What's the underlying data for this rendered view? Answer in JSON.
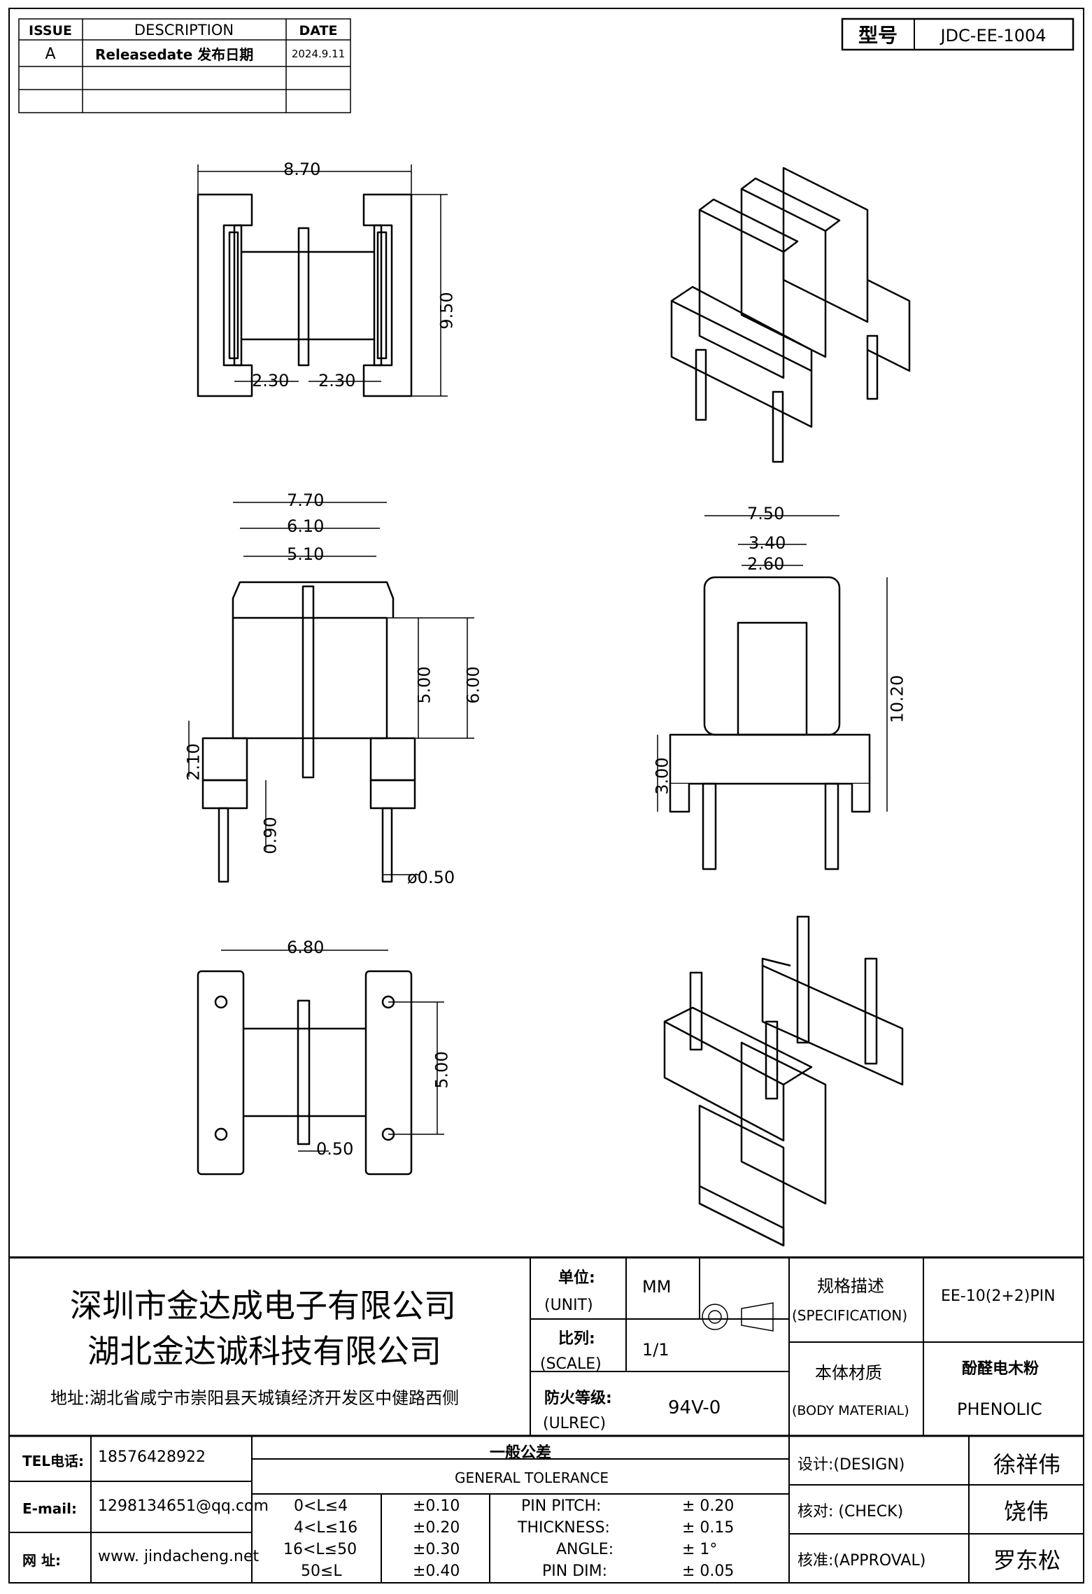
{
  "revision_table": {
    "headers": [
      "ISSUE",
      "DESCRIPTION",
      "DATE"
    ],
    "rows": [
      {
        "issue": "A",
        "description": "Releasedate 发布日期",
        "date": "2024.9.11"
      },
      {
        "issue": "",
        "description": "",
        "date": ""
      },
      {
        "issue": "",
        "description": "",
        "date": ""
      }
    ]
  },
  "model": {
    "label": "型号",
    "value": "JDC-EE-1004"
  },
  "dimensions": {
    "A": "8.70",
    "B": "9.50",
    "C": "2.30",
    "D": "2.30",
    "E": "7.70",
    "F": "6.10",
    "G": "5.10",
    "H": "2.10",
    "I": "0.90",
    "J": "5.00",
    "K": "6.00",
    "L": "ø0.50",
    "M": "6.80",
    "N": "0.50",
    "O": "5.00",
    "P": "7.50",
    "Q": "3.40",
    "R": "2.60",
    "S": "3.00",
    "T": "10.20"
  },
  "company": {
    "name1": "深圳市金达成电子有限公司",
    "name2": "湖北金达诚科技有限公司",
    "address": "地址:湖北省咸宁市崇阳县天城镇经济开发区中健路西侧"
  },
  "title_block": {
    "unit_cn": "单位:",
    "unit_en": "(UNIT)",
    "unit_value": "MM",
    "scale_cn": "比列:",
    "scale_en": "(SCALE)",
    "scale_value": "1/1",
    "ul_cn": "防火等级:",
    "ul_en": "(ULREC)",
    "ul_value": "94V-0",
    "spec_cn": "规格描述",
    "spec_en": "(SPECIFICATION)",
    "spec_value": "EE-10(2+2)PIN",
    "material_cn": "本体材质",
    "material_en": "(BODY MATERIAL)",
    "material_value_cn": "酚醛电木粉",
    "material_value_en": "PHENOLIC"
  },
  "contact": {
    "tel_label": "TEL电话:",
    "tel": "18576428922",
    "email_label": "E-mail:",
    "email": "1298134651@qq.com",
    "web_label": "网  址:",
    "web": "www. jindacheng.net"
  },
  "tolerance": {
    "title_cn": "一般公差",
    "title_en": "GENERAL TOLERANCE",
    "ranges": [
      {
        "range": "0<L≤4",
        "tol": "±0.10"
      },
      {
        "range": "4<L≤16",
        "tol": "±0.20"
      },
      {
        "range": "16<L≤50",
        "tol": "±0.30"
      },
      {
        "range": "50≤L",
        "tol": "±0.40"
      }
    ],
    "items": [
      {
        "name": "PIN PITCH:",
        "tol": "±  0.20"
      },
      {
        "name": "THICKNESS:",
        "tol": "±  0.15"
      },
      {
        "name": "ANGLE:",
        "tol": "±  1°"
      },
      {
        "name": "PIN DIM:",
        "tol": "±  0.05"
      }
    ]
  },
  "approvals": {
    "design_label": "设计:(DESIGN)",
    "design": "徐祥伟",
    "check_label": "核对: (CHECK)",
    "check": "饶伟",
    "approval_label": "核准:(APPROVAL)",
    "approval": "罗东松"
  }
}
